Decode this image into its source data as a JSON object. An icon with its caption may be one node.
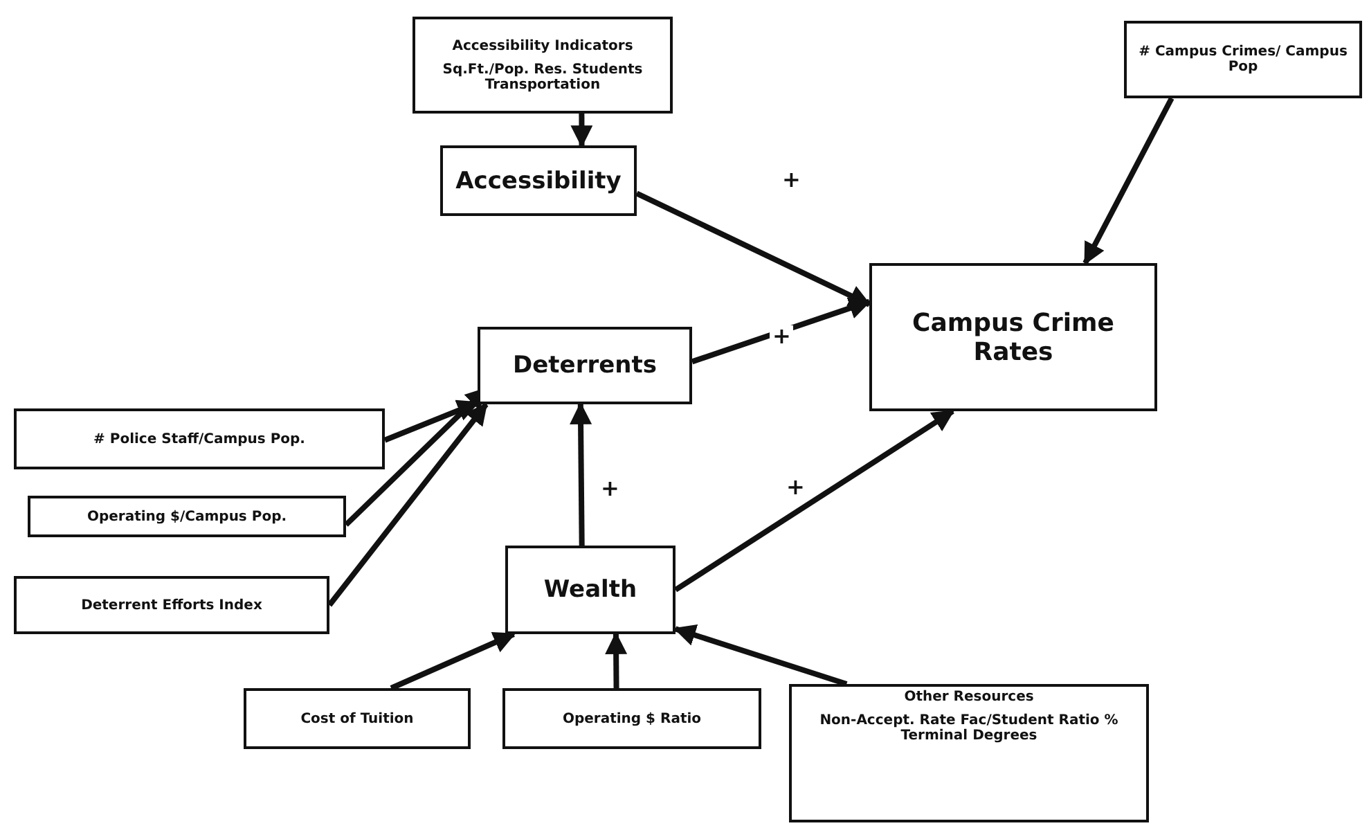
{
  "diagram": {
    "nodes": [
      {
        "text": [
          "Accessibility Indicators",
          "Sq.Ft./Pop.   Res. Students Transportation"
        ]
      },
      {
        "text": [
          "Accessibility"
        ]
      },
      {
        "text": [
          "# Campus Crimes/ Campus Pop"
        ]
      },
      {
        "text": [
          "Campus Crime Rates"
        ]
      },
      {
        "text": [
          "Deterrents"
        ]
      },
      {
        "text": [
          "# Police Staff/Campus Pop."
        ]
      },
      {
        "text": [
          "Operating $/Campus Pop."
        ]
      },
      {
        "text": [
          "Deterrent Efforts Index"
        ]
      },
      {
        "text": [
          "Wealth"
        ]
      },
      {
        "text": [
          "Cost of Tuition"
        ]
      },
      {
        "text": [
          "Operating $ Ratio"
        ]
      },
      {
        "text": [
          "Other Resources",
          "Non-Accept. Rate Fac/Student Ratio % Terminal Degrees"
        ]
      }
    ],
    "edges": [
      {
        "from": 0,
        "to": 1,
        "arrow": "to"
      },
      {
        "from": 1,
        "to": 3,
        "arrow": "to",
        "label": "+"
      },
      {
        "from": 2,
        "to": 3,
        "arrow": "to"
      },
      {
        "from": 4,
        "to": 3,
        "arrow": "to",
        "label": "+"
      },
      {
        "from": 5,
        "to": 4,
        "arrow": "to"
      },
      {
        "from": 6,
        "to": 4,
        "arrow": "to"
      },
      {
        "from": 7,
        "to": 4,
        "arrow": "to"
      },
      {
        "from": 8,
        "to": 4,
        "arrow": "to",
        "label": "+"
      },
      {
        "from": 8,
        "to": 3,
        "arrow": "to",
        "label": "+"
      },
      {
        "from": 9,
        "to": 8,
        "arrow": "to"
      },
      {
        "from": 10,
        "to": 8,
        "arrow": "to"
      },
      {
        "from": 11,
        "to": 8,
        "arrow": "to"
      }
    ]
  }
}
